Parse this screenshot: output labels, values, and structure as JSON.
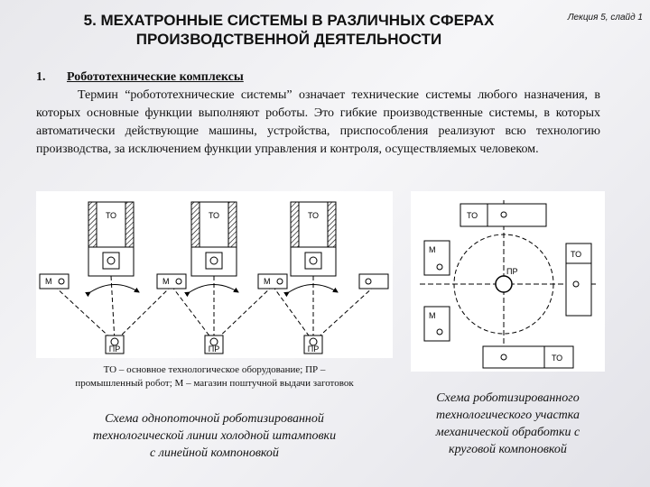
{
  "header": {
    "title_line1": "5. МЕХАТРОННЫЕ СИСТЕМЫ В РАЗЛИЧНЫХ СФЕРАХ",
    "title_line2": "ПРОИЗВОДСТВЕННОЙ ДЕЯТЕЛЬНОСТИ",
    "lecture": "Лекция 5, слайд 1"
  },
  "section": {
    "number": "1.",
    "title": "Робототехнические комплексы",
    "paragraph": "Термин “робототехнические системы” означает технические системы любого назначения, в которых основные функции выполняют роботы. Это гибкие производственные системы, в которых автоматически действующие машины, устройства, приспособления реализуют всю технологию производства, за исключением функции управления и контроля, осуществляемых человеком."
  },
  "figure_left": {
    "to_label": "ТО",
    "pr_label": "ПР",
    "m_label": "М",
    "legend_line1": "ТО – основное технологическое оборудование; ПР –",
    "legend_line2": "промышленный робот; М – магазин поштучной выдачи заготовок",
    "caption_line1": "Схема однопоточной роботизированной",
    "caption_line2": "технологической линии холодной штамповки",
    "caption_line3": "с линейной компоновкой"
  },
  "figure_right": {
    "to_label": "ТО",
    "pr_label": "ПР",
    "m_label": "М",
    "caption_line1": "Схема роботизированного",
    "caption_line2": "технологического участка",
    "caption_line3": "механической обработки с",
    "caption_line4": "круговой компоновкой"
  }
}
